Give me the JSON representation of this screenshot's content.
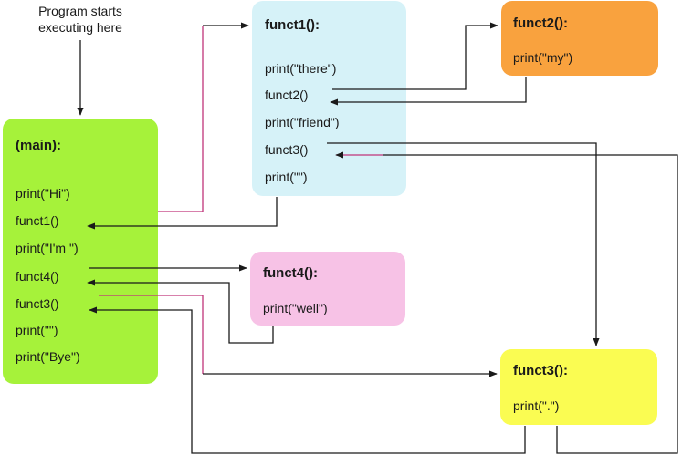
{
  "note": {
    "line1": "Program starts",
    "line2": "executing here"
  },
  "main": {
    "title": "(main):",
    "color": "#a6f23a",
    "lines": [
      "print(\"Hi\")",
      "funct1()",
      "print(\"I'm \")",
      "funct4()",
      "funct3()",
      "print(\"\")",
      "print(\"Bye\")"
    ]
  },
  "funct1": {
    "title": "funct1():",
    "color": "#d6f2f8",
    "lines": [
      "print(\"there\")",
      "funct2()",
      "print(\"friend\")",
      "funct3()",
      "print(\"\")"
    ]
  },
  "funct2": {
    "title": "funct2():",
    "color": "#f9a23e",
    "lines": [
      "print(\"my\")"
    ]
  },
  "funct4": {
    "title": "funct4():",
    "color": "#f7c2e6",
    "lines": [
      "print(\"well\")"
    ]
  },
  "funct3": {
    "title": "funct3():",
    "color": "#fafc52",
    "lines": [
      "print(\".\")"
    ]
  }
}
